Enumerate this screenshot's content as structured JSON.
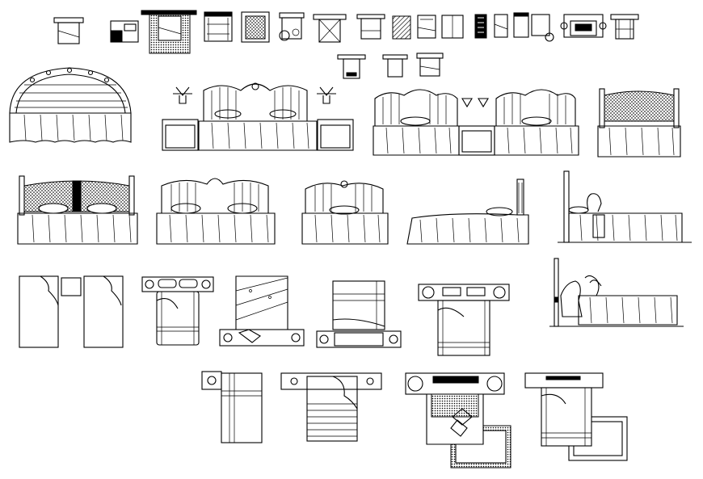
{
  "drawing": {
    "background": "#ffffff",
    "line_color": "#000000",
    "sections": [
      {
        "name": "small-plan-icons",
        "count": 22
      },
      {
        "name": "bed-elevations-row-1",
        "count": 4
      },
      {
        "name": "bed-elevations-row-2",
        "count": 5
      },
      {
        "name": "bed-plans-row-1",
        "count": 6
      },
      {
        "name": "side-elevation-canopy",
        "count": 1
      },
      {
        "name": "bed-plans-row-2",
        "count": 4
      }
    ]
  }
}
